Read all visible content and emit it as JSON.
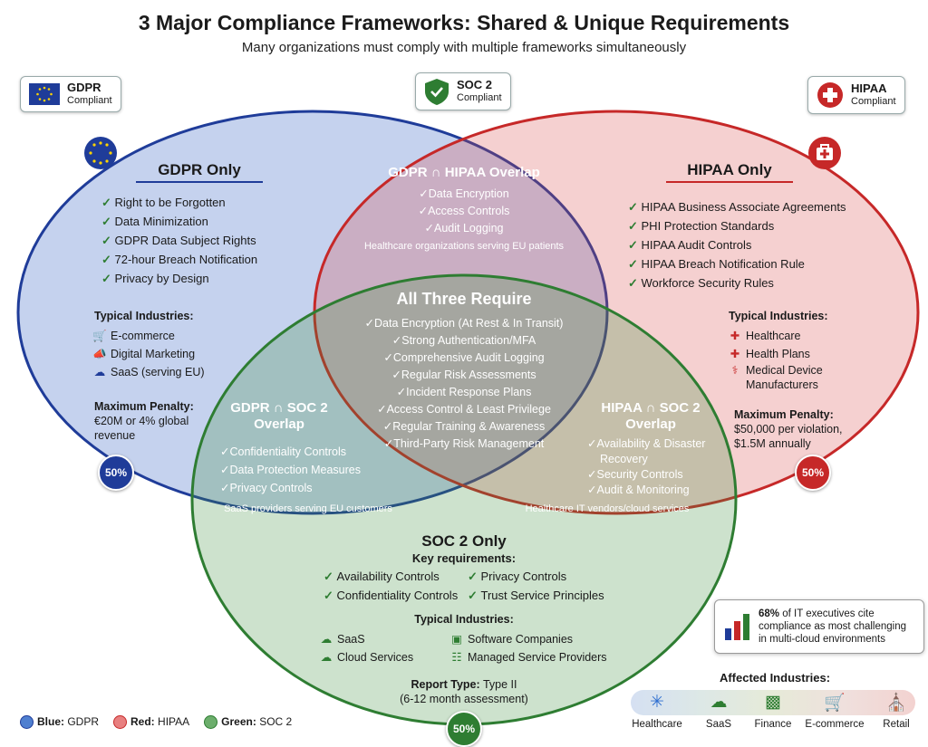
{
  "title": "3 Major Compliance Frameworks: Shared & Unique Requirements",
  "subtitle": "Many organizations must comply with multiple frameworks simultaneously",
  "colors": {
    "gdpr": "#1f3c99",
    "hipaa": "#c62828",
    "soc2": "#2e7d32"
  },
  "badges": {
    "gdpr": {
      "name": "GDPR",
      "status": "Compliant"
    },
    "soc2": {
      "name": "SOC 2",
      "status": "Compliant"
    },
    "hipaa": {
      "name": "HIPAA",
      "status": "Compliant"
    }
  },
  "gdpr_only": {
    "title": "GDPR Only",
    "items": [
      "Right to be Forgotten",
      "Data Minimization",
      "GDPR Data Subject Rights",
      "72-hour Breach Notification",
      "Privacy by Design"
    ],
    "industries_label": "Typical Industries:",
    "industries": [
      {
        "icon": "shopping-cart-icon",
        "label": "E-commerce"
      },
      {
        "icon": "megaphone-icon",
        "label": "Digital Marketing"
      },
      {
        "icon": "cloud-icon",
        "label": "SaaS (serving EU)"
      }
    ],
    "penalty_label": "Maximum Penalty:",
    "penalty_line1": "€20M or 4% global",
    "penalty_line2": "revenue",
    "percent": "50%"
  },
  "hipaa_only": {
    "title": "HIPAA Only",
    "items": [
      "HIPAA Business Associate Agreements",
      "PHI Protection Standards",
      "HIPAA Audit Controls",
      "HIPAA Breach Notification Rule",
      "Workforce Security Rules"
    ],
    "industries_label": "Typical Industries:",
    "industries": [
      {
        "icon": "medical-cross-icon",
        "label": "Healthcare"
      },
      {
        "icon": "medical-cross-icon",
        "label": "Health Plans"
      },
      {
        "icon": "medical-device-icon",
        "label": "Medical Device"
      }
    ],
    "industries_extra": "Manufacturers",
    "penalty_label": "Maximum Penalty:",
    "penalty_line1": "$50,000 per violation,",
    "penalty_line2": "$1.5M annually",
    "percent": "50%"
  },
  "gdpr_hipaa": {
    "title": "GDPR ∩ HIPAA Overlap",
    "items": [
      "Data Encryption",
      "Access Controls",
      "Audit Logging"
    ],
    "note": "Healthcare organizations serving EU patients"
  },
  "all_three": {
    "title": "All Three Require",
    "items": [
      "Data Encryption (At Rest & In Transit)",
      "Strong Authentication/MFA",
      "Comprehensive Audit Logging",
      "Regular Risk Assessments",
      "Incident Response Plans",
      "Access Control & Least Privilege",
      "Regular Training & Awareness",
      "Third-Party Risk Management"
    ]
  },
  "gdpr_soc2": {
    "title_line1": "GDPR ∩ SOC 2",
    "title_line2": "Overlap",
    "items": [
      "Confidentiality Controls",
      "Data Protection Measures",
      "Privacy Controls"
    ],
    "note": "SaaS providers serving EU customers"
  },
  "hipaa_soc2": {
    "title_line1": "HIPAA ∩ SOC 2",
    "title_line2": "Overlap",
    "item1_line1": "Availability & Disaster",
    "item1_line2": "Recovery",
    "items": [
      "Security Controls",
      "Audit & Monitoring"
    ],
    "note": "Healthcare IT vendors/cloud services"
  },
  "soc2_only": {
    "title": "SOC 2 Only",
    "key_label": "Key requirements:",
    "requirements": [
      "Availability Controls",
      "Privacy Controls",
      "Confidentiality Controls",
      "Trust Service Principles"
    ],
    "industries_label": "Typical Industries:",
    "industries": [
      {
        "icon": "cloud-icon",
        "label": "SaaS"
      },
      {
        "icon": "chip-icon",
        "label": "Software Companies"
      },
      {
        "icon": "cloud-icon",
        "label": "Cloud Services"
      },
      {
        "icon": "network-icon",
        "label": "Managed Service Providers"
      }
    ],
    "report_label": "Report Type:",
    "report_value": "Type II",
    "report_note": "(6-12 month assessment)",
    "percent": "50%"
  },
  "stat": {
    "value": "68%",
    "text_line1": "of IT executives cite",
    "text_line2": "compliance as most challenging",
    "text_line3": "in multi-cloud environments"
  },
  "legend": [
    {
      "color_label": "Blue:",
      "name": "GDPR",
      "color": "#3f6fc8"
    },
    {
      "color_label": "Red:",
      "name": "HIPAA",
      "color": "#e07070"
    },
    {
      "color_label": "Green:",
      "name": "SOC 2",
      "color": "#5aa05a"
    }
  ],
  "affected": {
    "title": "Affected Industries:",
    "items": [
      {
        "icon": "medical-star-icon",
        "label": "Healthcare"
      },
      {
        "icon": "cloud-icon",
        "label": "SaaS"
      },
      {
        "icon": "money-icon",
        "label": "Finance"
      },
      {
        "icon": "shopping-cart-icon",
        "label": "E-commerce"
      },
      {
        "icon": "store-icon",
        "label": "Retail"
      }
    ]
  }
}
